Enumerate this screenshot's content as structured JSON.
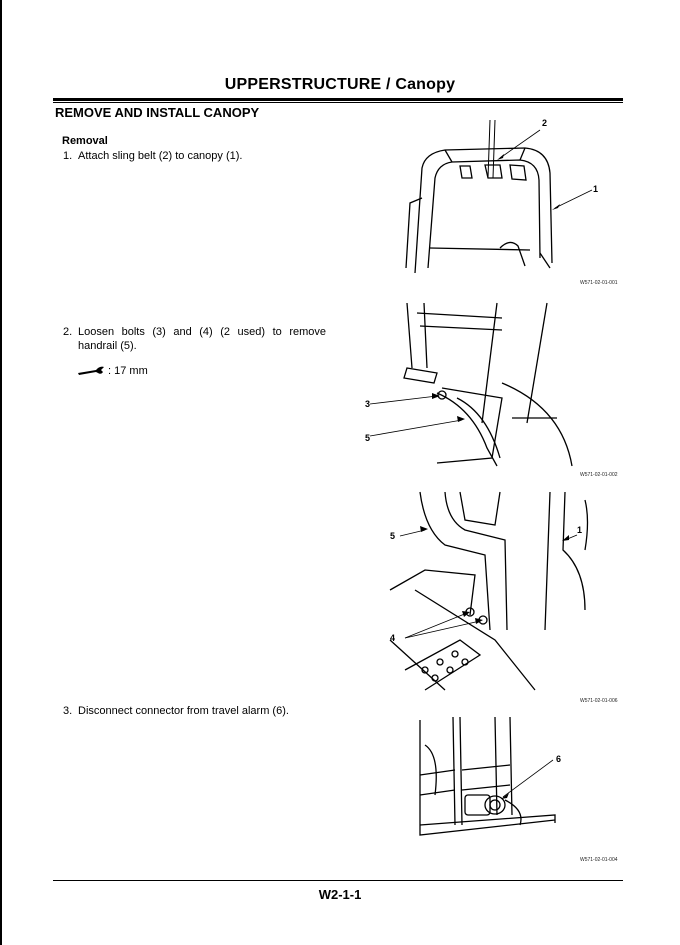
{
  "header": {
    "title": "UPPERSTRUCTURE / Canopy"
  },
  "section": {
    "title": "REMOVE AND INSTALL CANOPY"
  },
  "removal": {
    "heading": "Removal",
    "steps": [
      {
        "num": "1.",
        "text": "Attach sling belt (2) to canopy (1)."
      },
      {
        "num": "2.",
        "text": "Loosen bolts (3) and (4) (2 used) to remove handrail (5)."
      },
      {
        "num": "3.",
        "text": "Disconnect connector from travel alarm (6)."
      }
    ],
    "tool": {
      "icon": "wrench-icon",
      "label": ": 17 mm"
    }
  },
  "figures": [
    {
      "caption": "W571-02-01-001",
      "callouts": [
        "2",
        "1"
      ]
    },
    {
      "caption": "W571-02-01-002",
      "callouts": [
        "3",
        "5"
      ]
    },
    {
      "caption": "W571-02-01-006",
      "callouts": [
        "5",
        "1",
        "4"
      ]
    },
    {
      "caption": "W571-02-01-004",
      "callouts": [
        "6"
      ]
    }
  ],
  "footer": {
    "page": "W2-1-1"
  }
}
